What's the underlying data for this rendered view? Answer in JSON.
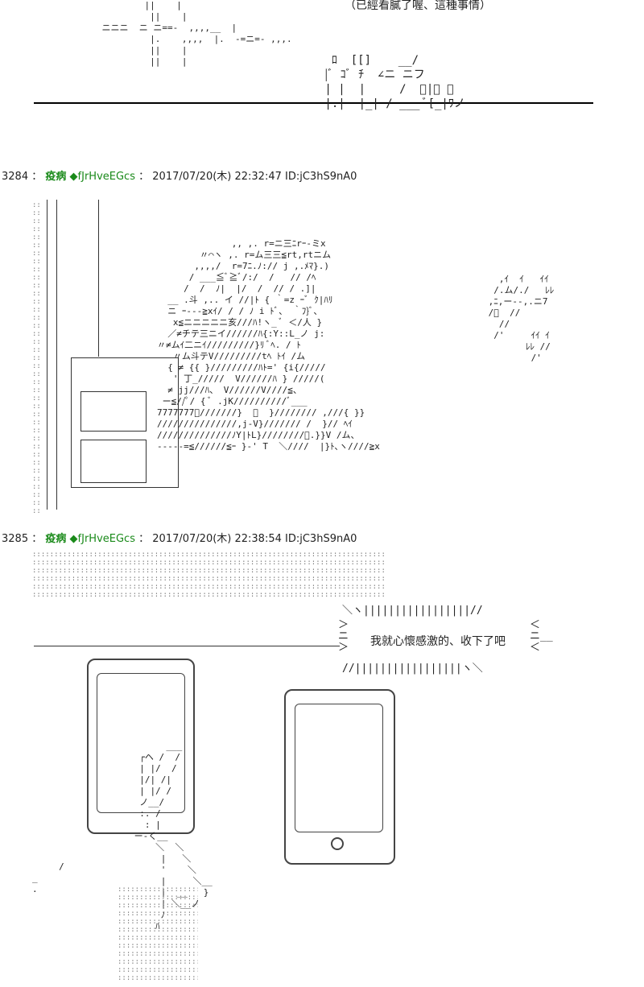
{
  "top": {
    "caption": "（已經看膩了喔、這種事情）"
  },
  "posts": [
    {
      "number": "3284",
      "separator": "：",
      "name": "疫病",
      "trip": "◆fJrHveEGcs",
      "date_sep": "：",
      "datetime": "2017/07/20(木) 22:32:47",
      "id": "ID:jC3hS9nA0"
    },
    {
      "number": "3285",
      "separator": "：",
      "name": "疫病",
      "trip": "◆fJrHveEGcs",
      "date_sep": "：",
      "datetime": "2017/07/20(木) 22:38:54",
      "id": "ID:jC3hS9nA0"
    }
  ],
  "speech": {
    "line": "我就心懷感激的、收下了吧"
  },
  "art": {
    "top_scene": "            ||    |\n             ||    |\n    ニニニ  ニ ニ==-  ,,,,__  |\n             |.    ,,,,  |.  -=ニ=- ,,,.\n             ||    |\n             ||    |",
    "chat_art": "              ,, ,. r=ニ三ﾆrｰ-ミx\n        〃⌒ヽ ,. r=ム三三≦rt,rtニム\n       ,,,,/  r=7ﾆ.ﾉ:// j ,.ﾒﾏ}.)\n      / ___≦ﾞ≧ﾞ/:/  /   // /ﾍ\n     /  /  ﾉ|  |/  /  // / .]|\n  __ .斗 ,.. イ //|ﾄ { ｀=z ｰﾞ ｸ|ﾊﾘ\n  ニ ｰ---≧xｲ/ / / ﾉ i ﾄﾞ、 ｀ﾌ}ﾞ、\n   x≦ニニニニニ亥///ﾊ!ヽ_ ﾞ ＜/人 }\n  ／≠チテ三ニイ//////ﾊ{:Y::L_ノ j:\n〃≠ムｲ二ニｲ/////////}ﾘ ﾞﾍ. / ﾄ\n   〃ム斗テV/////////tﾍ ﾄｲ /ム\n  { ≠ {{ }/////////ﾊﾄ=' {i{/////\n   ' 丁_/////  V//////ﾊ } /////(\n  ≠ jj///ﾊ、 V//////V////≦、\n ー≦//ﾟ/ { ﾞ .jK//////////ﾞ___\n7777777ﾞ///////}  ＼  }//////// ,///{ }}\n///////////////,j-V}/////// /  }// ﾍｲ\n//////////////ﾉY|ﾄL}////////ﾞ.}}V /ム、\n-----=≦//////≦ｰ }-' T  ＼////  |}ﾄ､ヽ////≧x",
    "right_rain": "   ,ｲ  ｲ   ｲｲ\n  /.ム/./   ﾚﾚ\n ,ﾆ,ー--,.ニ7\n /ﾞ  //\n   //\n  /'     ｲｲ ｲ\n        ﾚﾚ //\n         /'",
    "speech_top": "＼ヽ|||||||||||||||||//",
    "speech_bottom": "//|||||||||||||||||ヽ＼",
    "hand": "       ___\n  ┌ヘ /  /\n  | |/  /\n  |/| /|\n  | |/ /\n  ノ__/\n  :. /\n   : |\n ー-く__\n     ＼  ＼\n      |   ＼\n      '    ＼\n      |     ＼__\n      |  __   }\n      | ＼__ノ\n      ﾉ\n     ﾊ"
  }
}
